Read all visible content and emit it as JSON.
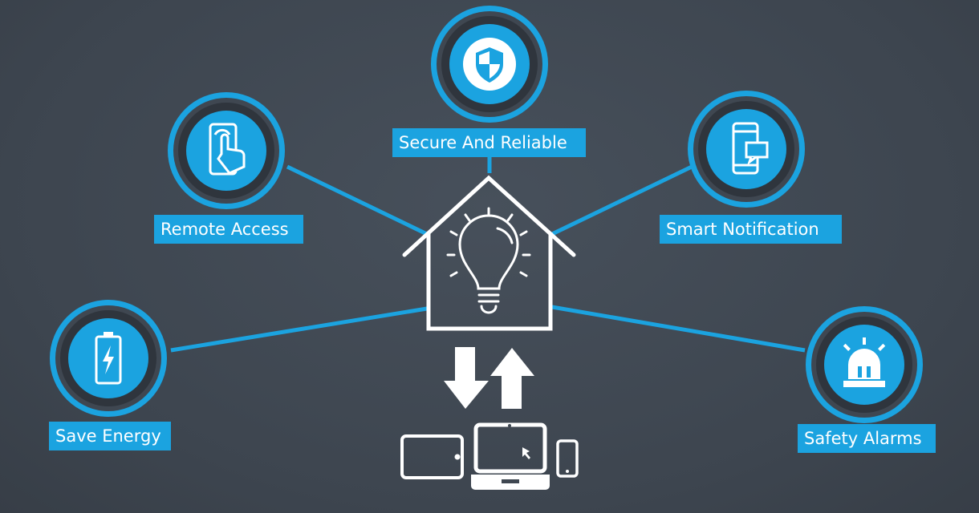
{
  "colors": {
    "accent": "#1ba3e0",
    "background": "#3f4751",
    "icon": "#ffffff"
  },
  "center": {
    "icon": "house-lightbulb-icon",
    "sync_icon": "up-down-arrows-icon",
    "devices": [
      "tablet-icon",
      "laptop-icon",
      "smartphone-icon"
    ]
  },
  "features": [
    {
      "label": "Secure And Reliable",
      "icon": "shield-icon"
    },
    {
      "label": "Remote Access",
      "icon": "phone-touch-icon"
    },
    {
      "label": "Smart Notification",
      "icon": "phone-message-icon"
    },
    {
      "label": "Save Energy",
      "icon": "battery-icon"
    },
    {
      "label": "Safety Alarms",
      "icon": "alarm-siren-icon"
    }
  ]
}
